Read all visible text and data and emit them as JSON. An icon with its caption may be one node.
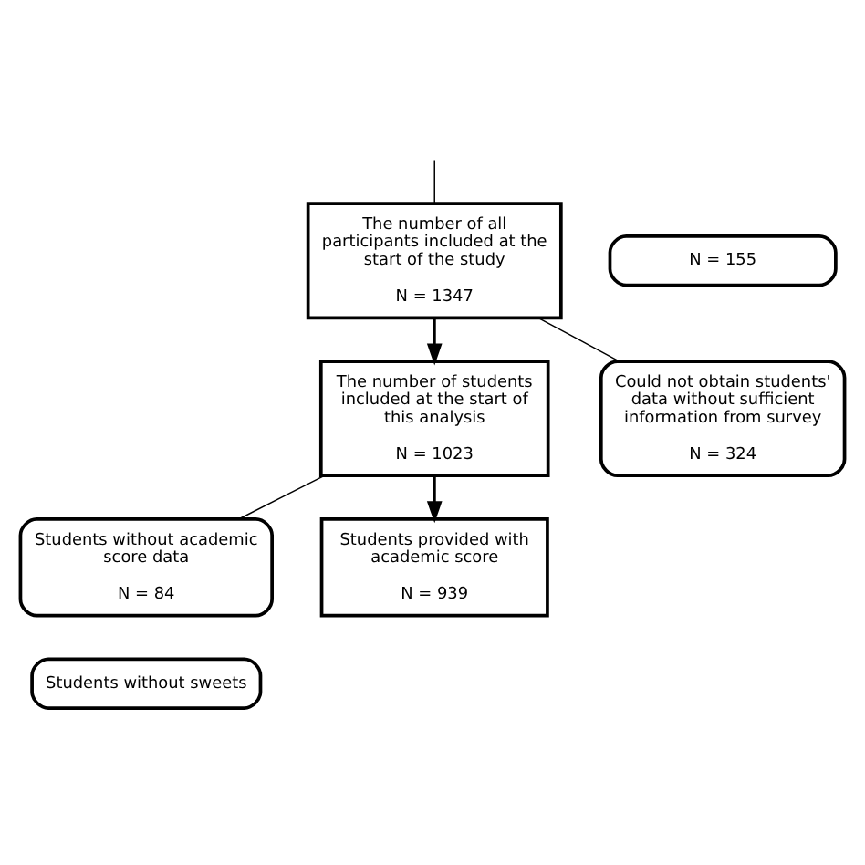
{
  "diagram": {
    "nodes": [
      {
        "text": [
          "N = 155"
        ]
      },
      {
        "text": [
          "The number of all participants included at the start of the study",
          "N = 1347"
        ]
      },
      {
        "text": [
          "Could not obtain students' data without sufficient information from survey",
          "N = 324"
        ]
      },
      {
        "text": [
          "The number of students included at the start of this analysis",
          "N = 1023"
        ]
      },
      {
        "text": [
          "Students without academic score data",
          "N = 84"
        ]
      },
      {
        "text": [
          "Students provided with academic score",
          "N = 939"
        ]
      },
      {
        "text": [
          "Students without sweets"
        ]
      }
    ],
    "edges": [
      {
        "from": null,
        "to": 1,
        "arrow": "none"
      },
      {
        "from": 1,
        "to": 3,
        "arrow": "to"
      },
      {
        "from": 1,
        "to": 2,
        "arrow": "none"
      },
      {
        "from": 3,
        "to": 5,
        "arrow": "to"
      },
      {
        "from": 3,
        "to": 4,
        "arrow": "none"
      }
    ]
  }
}
